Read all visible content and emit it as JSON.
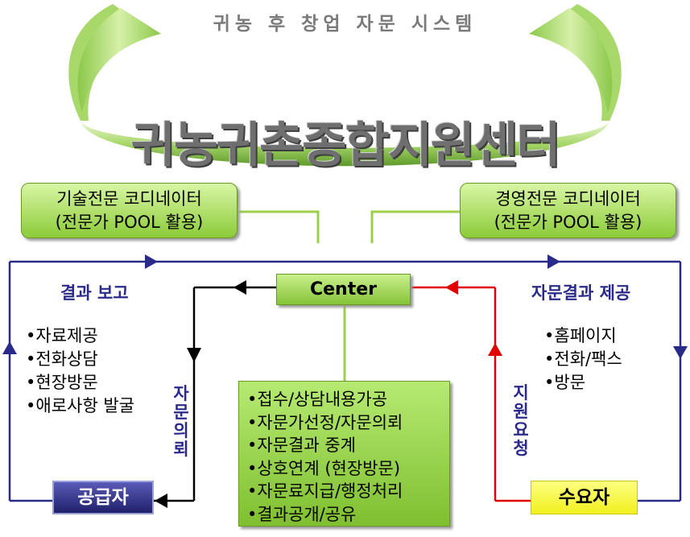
{
  "header": {
    "subtitle": "귀농 후 창업 자문 시스템",
    "title": "귀농귀촌종합지원센터"
  },
  "coordinators": {
    "left": {
      "line1": "기술전문 코디네이터",
      "line2": "(전문가 POOL 활용)"
    },
    "right": {
      "line1": "경영전문 코디네이터",
      "line2": "(전문가 POOL 활용)"
    }
  },
  "center": {
    "label": "Center"
  },
  "left_flow": {
    "label": "결과 보고",
    "items": [
      "•자료제공",
      "•전화상담",
      "•현장방문",
      "•애로사항 발굴"
    ],
    "vertical_label": "자문의뢰"
  },
  "right_flow": {
    "label": "자문결과 제공",
    "items": [
      "•홈페이지",
      "•전화/팩스",
      "•방문"
    ],
    "vertical_label": "지원요청"
  },
  "tasks": [
    "•접수/상담내용가공",
    "•자문가선정/자문의뢰",
    "•자문결과 중계",
    "•상호연계 (현장방문)",
    "•자문료지급/행정처리",
    "•결과공개/공유"
  ],
  "parties": {
    "supplier": "공급자",
    "demander": "수요자"
  },
  "colors": {
    "band_light": "#d6f0a8",
    "band_dark": "#6fa83a",
    "green_box": "#9bd14a",
    "blue_arrow": "#2a2a8a",
    "red_arrow": "#e00000",
    "black_arrow": "#000000",
    "supplier_fill": "#2a2a7a",
    "demander_fill": "#ffff40"
  }
}
